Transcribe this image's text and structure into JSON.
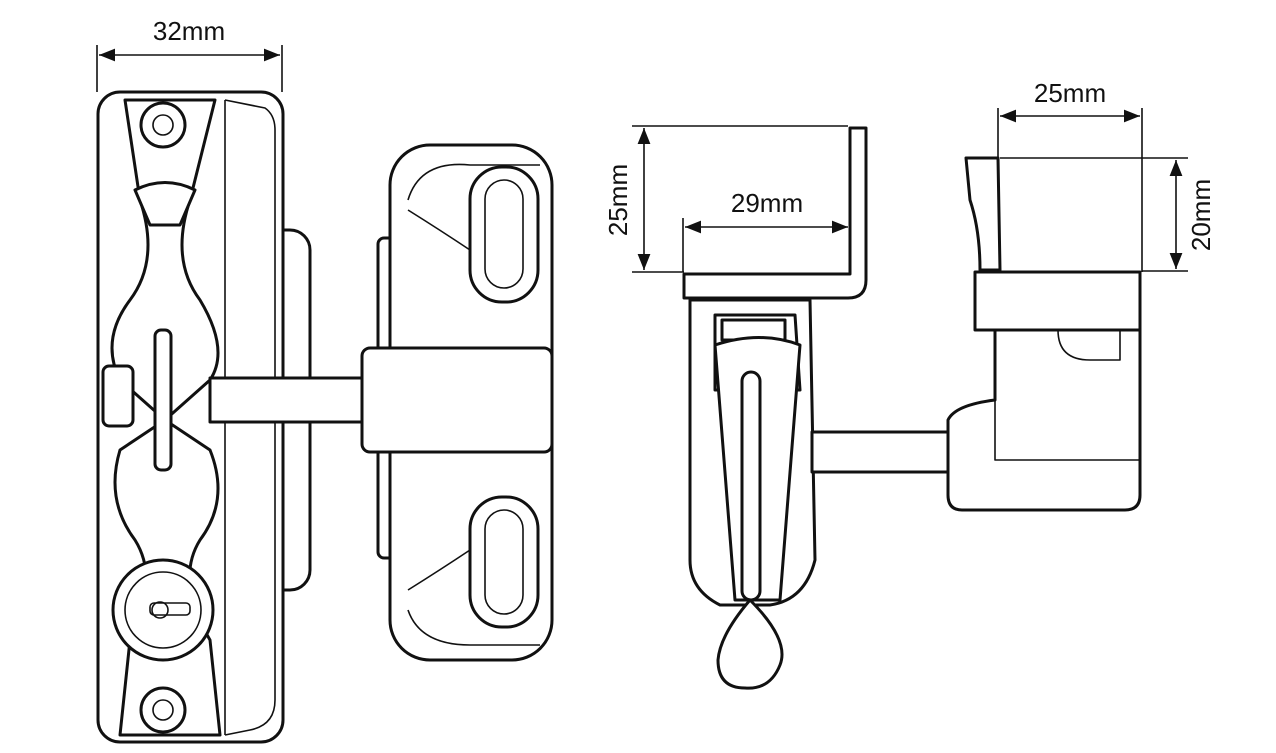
{
  "dimensions": {
    "front_width": "32mm",
    "side_height": "25mm",
    "side_depth": "29mm",
    "end_width": "25mm",
    "end_height": "20mm"
  },
  "colors": {
    "line": "#111111",
    "background": "#ffffff"
  }
}
